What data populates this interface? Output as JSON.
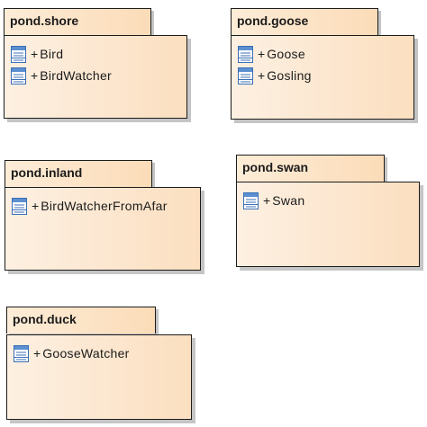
{
  "packages": [
    {
      "name": "pond.shore",
      "members": [
        {
          "visibility": "+",
          "name": "Bird",
          "icon": "class-icon"
        },
        {
          "visibility": "+",
          "name": "BirdWatcher",
          "icon": "class-icon"
        }
      ]
    },
    {
      "name": "pond.goose",
      "members": [
        {
          "visibility": "+",
          "name": "Goose",
          "icon": "class-icon"
        },
        {
          "visibility": "+",
          "name": "Gosling",
          "icon": "class-icon"
        }
      ]
    },
    {
      "name": "pond.inland",
      "members": [
        {
          "visibility": "+",
          "name": "BirdWatcherFromAfar",
          "icon": "class-icon"
        }
      ]
    },
    {
      "name": "pond.swan",
      "members": [
        {
          "visibility": "+",
          "name": "Swan",
          "icon": "class-icon"
        }
      ]
    },
    {
      "name": "pond.duck",
      "members": [
        {
          "visibility": "+",
          "name": "GooseWatcher",
          "icon": "class-icon"
        }
      ]
    }
  ],
  "colors": {
    "package_fill_light": "#fdf0e2",
    "package_fill_dark": "#fbdfc0",
    "border": "#1c1c1c",
    "icon_blue": "#3b6fb6"
  }
}
